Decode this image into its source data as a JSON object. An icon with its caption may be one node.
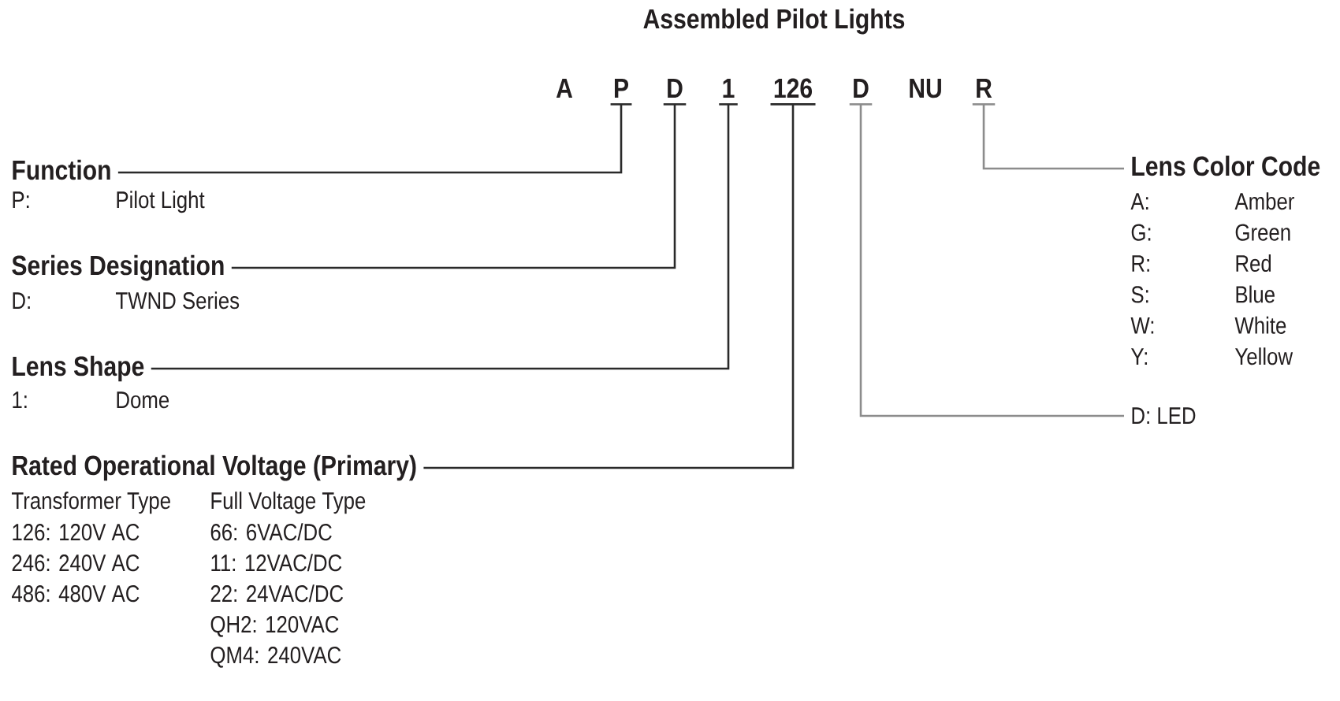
{
  "diagram": {
    "title": "Assembled Pilot Lights",
    "nodes": [
      {
        "text": [
          "P"
        ]
      },
      {
        "text": [
          "D"
        ]
      },
      {
        "text": [
          "1"
        ]
      },
      {
        "text": [
          "126"
        ]
      },
      {
        "text": [
          "D"
        ]
      },
      {
        "text": [
          "R"
        ]
      },
      {
        "text": [
          "Function",
          "P:",
          "Pilot Light"
        ]
      },
      {
        "text": [
          "Lens Color Code",
          "A:",
          "Amber",
          "G:",
          "Green",
          "R:",
          "Red",
          "S:",
          "Blue",
          "W:",
          "White",
          "Y:",
          "Yellow"
        ]
      },
      {
        "text": [
          "Series Designation",
          "D:",
          "TWND Series"
        ]
      },
      {
        "text": [
          "Lens Shape",
          "1:",
          "Dome"
        ]
      },
      {
        "text": [
          "D: LED"
        ]
      },
      {
        "text": [
          "Rated Operational Voltage (Primary)",
          "Transformer Type",
          "126: 120V AC",
          "246: 240V AC",
          "486: 480V AC",
          "Full Voltage Type",
          "66: 6VAC/DC",
          "11: 12VAC/DC",
          "22: 24VAC/DC",
          "QH2: 120VAC",
          "QM4: 240VAC"
        ]
      }
    ],
    "edges": [
      {
        "from": 0,
        "to": 6,
        "arrow": "none"
      },
      {
        "from": 1,
        "to": 8,
        "arrow": "none"
      },
      {
        "from": 2,
        "to": 9,
        "arrow": "none"
      },
      {
        "from": 3,
        "to": 11,
        "arrow": "none"
      },
      {
        "from": 4,
        "to": 10,
        "arrow": "none",
        "color": "#8c8c8c"
      },
      {
        "from": 5,
        "to": 7,
        "arrow": "none",
        "color": "#8c8c8c"
      }
    ],
    "labels": [
      "A",
      "NU"
    ]
  }
}
